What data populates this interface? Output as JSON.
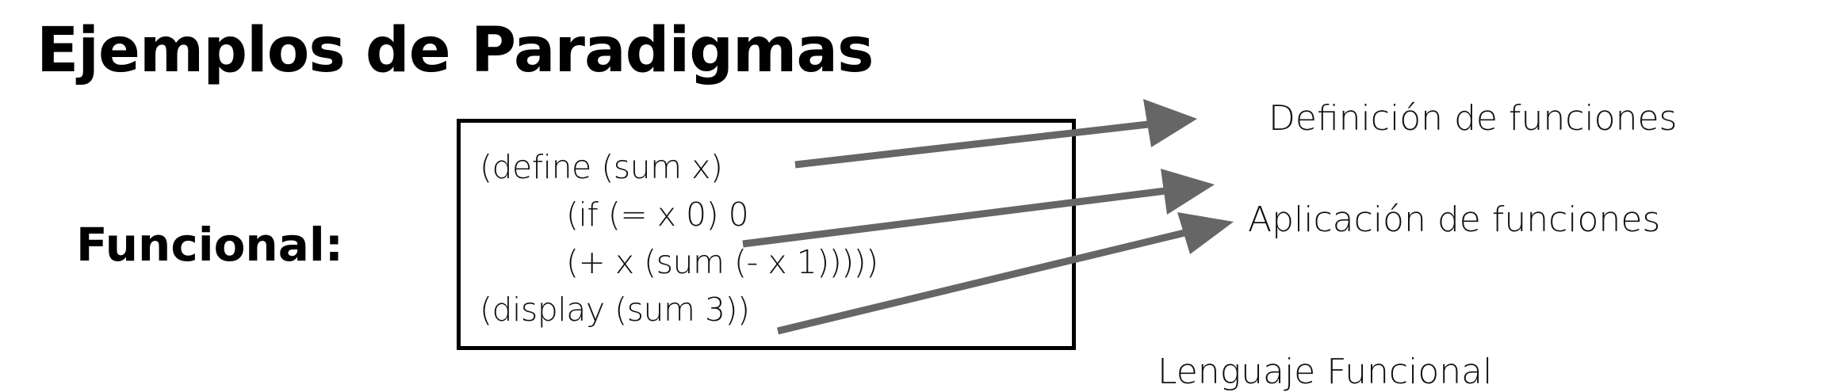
{
  "slide": {
    "title": "Ejemplos de Paradigmas",
    "paradigm_label": "Funcional:"
  },
  "code": {
    "lines": [
      "(define (sum x)",
      "(if (= x 0) 0",
      "(+ x (sum (- x 1)))))",
      "(display (sum 3))"
    ]
  },
  "annotations": {
    "definition": "Definición de funciones",
    "application": "Aplicación de funciones",
    "cut_off_next": "Lenguaje Funcional"
  },
  "colors": {
    "arrow": "#666666",
    "border": "#000000",
    "text": "#111111"
  }
}
